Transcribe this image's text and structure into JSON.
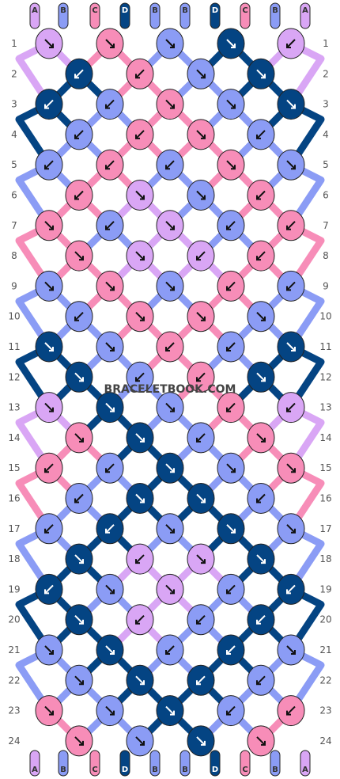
{
  "watermark": "BRACELETBOOK.COM",
  "colors": {
    "A": "#d9a6f5",
    "B": "#8b9cf5",
    "C": "#f78db8",
    "D": "#044483"
  },
  "strands_top": [
    "A",
    "B",
    "C",
    "D",
    "B",
    "B",
    "D",
    "C",
    "B",
    "A"
  ],
  "strands_bottom": [
    "A",
    "B",
    "C",
    "D",
    "B",
    "B",
    "D",
    "C",
    "B",
    "A"
  ],
  "row_numbers": [
    "1",
    "2",
    "3",
    "4",
    "5",
    "6",
    "7",
    "8",
    "9",
    "10",
    "11",
    "12",
    "13",
    "14",
    "15",
    "16",
    "17",
    "18",
    "19",
    "20",
    "21",
    "22",
    "23",
    "24"
  ],
  "knots": {
    "odd_rows": [
      [
        "A",
        "C",
        "B",
        "D",
        "A"
      ],
      [
        "D",
        "B",
        "C",
        "B",
        "D"
      ],
      [
        "B",
        "C",
        "B",
        "C",
        "B"
      ],
      [
        "C",
        "B",
        "A",
        "B",
        "C"
      ],
      [
        "B",
        "C",
        "B",
        "C",
        "B"
      ],
      [
        "D",
        "B",
        "C",
        "B",
        "D"
      ],
      [
        "A",
        "D",
        "B",
        "C",
        "A"
      ],
      [
        "C",
        "B",
        "D",
        "B",
        "C"
      ],
      [
        "B",
        "D",
        "B",
        "D",
        "B"
      ],
      [
        "D",
        "B",
        "A",
        "B",
        "D"
      ],
      [
        "B",
        "D",
        "B",
        "D",
        "B"
      ],
      [
        "C",
        "B",
        "D",
        "B",
        "C"
      ]
    ],
    "even_rows": [
      [
        "D",
        "C",
        "B",
        "D"
      ],
      [
        "B",
        "C",
        "C",
        "B"
      ],
      [
        "C",
        "A",
        "B",
        "C"
      ],
      [
        "C",
        "A",
        "A",
        "C"
      ],
      [
        "B",
        "C",
        "C",
        "B"
      ],
      [
        "D",
        "B",
        "C",
        "D"
      ],
      [
        "C",
        "D",
        "B",
        "C"
      ],
      [
        "B",
        "D",
        "D",
        "B"
      ],
      [
        "D",
        "A",
        "A",
        "D"
      ],
      [
        "D",
        "A",
        "B",
        "D"
      ],
      [
        "B",
        "D",
        "D",
        "B"
      ],
      [
        "C",
        "B",
        "D",
        "C"
      ]
    ]
  },
  "arrows": {
    "odd_rows": [
      [
        "se",
        "se",
        "se",
        "se",
        "sw"
      ],
      [
        "sw",
        "sw",
        "se",
        "se",
        "se"
      ],
      [
        "sw",
        "sw",
        "sw",
        "se",
        "se"
      ],
      [
        "se",
        "sw",
        "se",
        "sw",
        "sw"
      ],
      [
        "se",
        "se",
        "se",
        "sw",
        "sw"
      ],
      [
        "se",
        "se",
        "sw",
        "sw",
        "se"
      ],
      [
        "se",
        "se",
        "se",
        "sw",
        "sw"
      ],
      [
        "sw",
        "sw",
        "se",
        "se",
        "se"
      ],
      [
        "sw",
        "sw",
        "se",
        "se",
        "se"
      ],
      [
        "sw",
        "se",
        "se",
        "sw",
        "sw"
      ],
      [
        "se",
        "se",
        "sw",
        "sw",
        "se"
      ],
      [
        "se",
        "se",
        "se",
        "sw",
        "sw"
      ]
    ],
    "even_rows": [
      [
        "sw",
        "sw",
        "se",
        "se"
      ],
      [
        "sw",
        "sw",
        "se",
        "sw"
      ],
      [
        "sw",
        "se",
        "se",
        "sw"
      ],
      [
        "se",
        "se",
        "sw",
        "sw"
      ],
      [
        "sw",
        "se",
        "se",
        "se"
      ],
      [
        "se",
        "sw",
        "sw",
        "se"
      ],
      [
        "se",
        "se",
        "sw",
        "se"
      ],
      [
        "sw",
        "se",
        "se",
        "sw"
      ],
      [
        "se",
        "sw",
        "se",
        "se"
      ],
      [
        "se",
        "sw",
        "sw",
        "sw"
      ],
      [
        "se",
        "se",
        "sw",
        "sw"
      ],
      [
        "se",
        "se",
        "se",
        "se"
      ]
    ]
  }
}
